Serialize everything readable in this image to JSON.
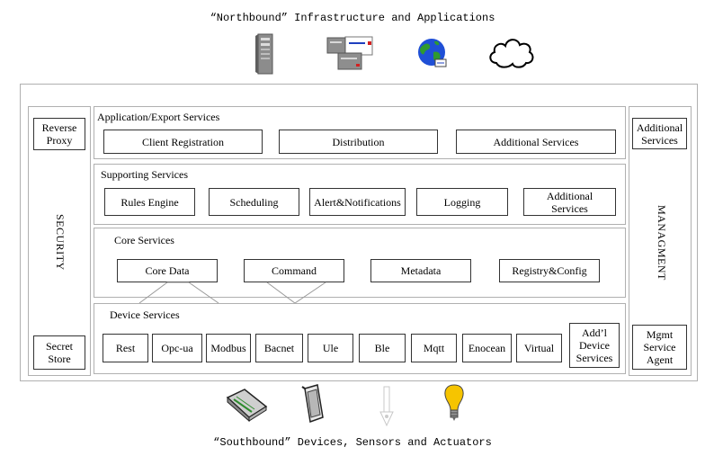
{
  "northbound_caption": "“Northbound” Infrastructure and Applications",
  "southbound_caption": "“Southbound” Devices, Sensors and Actuators",
  "northbound_icons": [
    "server-icon",
    "server-rack-icon",
    "globe-icon",
    "cloud-icon"
  ],
  "southbound_icons": [
    "gateway-device-icon",
    "tablet-device-icon",
    "sensor-probe-icon",
    "light-bulb-icon"
  ],
  "left_column": {
    "reverse_proxy": "Reverse\nProxy",
    "security": "SECURITY",
    "secret_store": "Secret\nStore"
  },
  "right_column": {
    "additional_services": "Additional\nServices",
    "management": "MANAGMENT",
    "mgmt_agent": "Mgmt\nService\nAgent"
  },
  "layers": {
    "application": {
      "title": "Application/Export Services",
      "items": [
        "Client Registration",
        "Distribution",
        "Additional Services"
      ]
    },
    "supporting": {
      "title": "Supporting Services",
      "items": [
        "Rules Engine",
        "Scheduling",
        "Alert&Notifications",
        "Logging",
        "Additional\nServices"
      ]
    },
    "core": {
      "title": "Core Services",
      "items": [
        "Core Data",
        "Command",
        "Metadata",
        "Registry&Config"
      ]
    },
    "device": {
      "title": "Device Services",
      "items": [
        "Rest",
        "Opc-ua",
        "Modbus",
        "Bacnet",
        "Ule",
        "Ble",
        "Mqtt",
        "Enocean",
        "Virtual",
        "Add’l\nDevice\nServices"
      ]
    }
  },
  "colors": {
    "panel_border": "#b0b0b0",
    "box_border": "#333333",
    "bulb": "#f6c400",
    "globe_land": "#2f9a2f",
    "globe_sea": "#1f4fd6"
  }
}
